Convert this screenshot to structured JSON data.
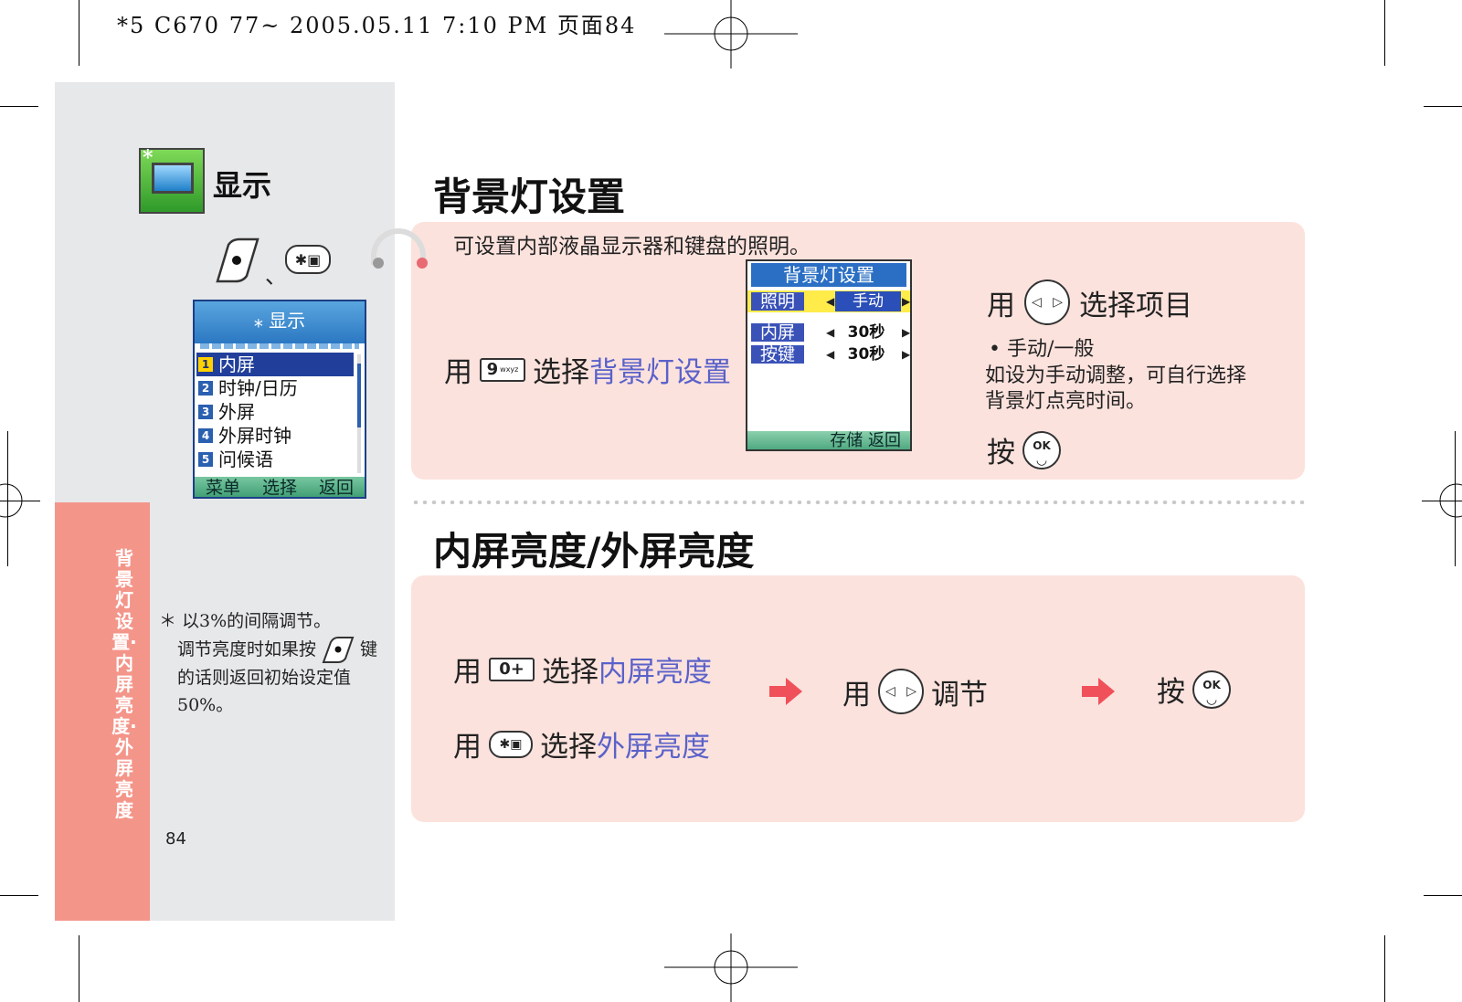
{
  "print_header": "*5 C670 77~  2005.05.11 7:10 PM  页面84",
  "side_tab_text": "背景灯设置·内屏亮度·外屏亮度",
  "page_number": "84",
  "display_section": {
    "title": "显示",
    "key_separator": "、",
    "star_key_label": "⁎",
    "phone_screen": {
      "header": "⁎ 显示",
      "items": [
        {
          "num": "1",
          "label": "内屏"
        },
        {
          "num": "2",
          "label": "时钟/日历"
        },
        {
          "num": "3",
          "label": "外屏"
        },
        {
          "num": "4",
          "label": "外屏时钟"
        },
        {
          "num": "5",
          "label": "问候语"
        }
      ],
      "softkeys": [
        "菜单",
        "选择",
        "返回"
      ]
    }
  },
  "footnote": {
    "line1": "＊ 以3%的间隔调节。",
    "line2a": "调节亮度时如果按",
    "line2b": "键",
    "line3": "的话则返回初始设定值50%。"
  },
  "backlight": {
    "heading": "背景灯设置",
    "intro": "可设置内部液晶显示器和键盘的照明。",
    "step_use": "用",
    "key9_label": "9",
    "key9_sub": "wxyz",
    "step_select": "选择",
    "step_target": "背景灯设置",
    "phone": {
      "header": "背景灯设置",
      "rows": [
        {
          "label": "照明",
          "value": "手动"
        },
        {
          "label": "内屏",
          "value": "30秒"
        },
        {
          "label": "按键",
          "value": "30秒"
        }
      ],
      "softkeys": "存储  返回"
    },
    "nav_use": "用",
    "nav_select": "选择项目",
    "bullet": "• 手动/一般",
    "note": "如设为手动调整，可自行选择背景灯点亮时间。",
    "press": "按",
    "ok_label": "OK"
  },
  "brightness": {
    "heading": "内屏亮度/外屏亮度",
    "row1_use": "用",
    "key0_label": "0+",
    "row1_select": "选择",
    "row1_target": "内屏亮度",
    "row2_use": "用",
    "row2_select": "选择",
    "row2_target": "外屏亮度",
    "adjust_use": "用",
    "adjust_label": "调节",
    "press": "按",
    "ok_label": "OK"
  },
  "colors": {
    "panel": "#fce2dd",
    "side_tab": "#f4958a",
    "left_col": "#e7e8ea",
    "link_blue": "#5a62c9",
    "arrow_red": "#f0505a"
  }
}
